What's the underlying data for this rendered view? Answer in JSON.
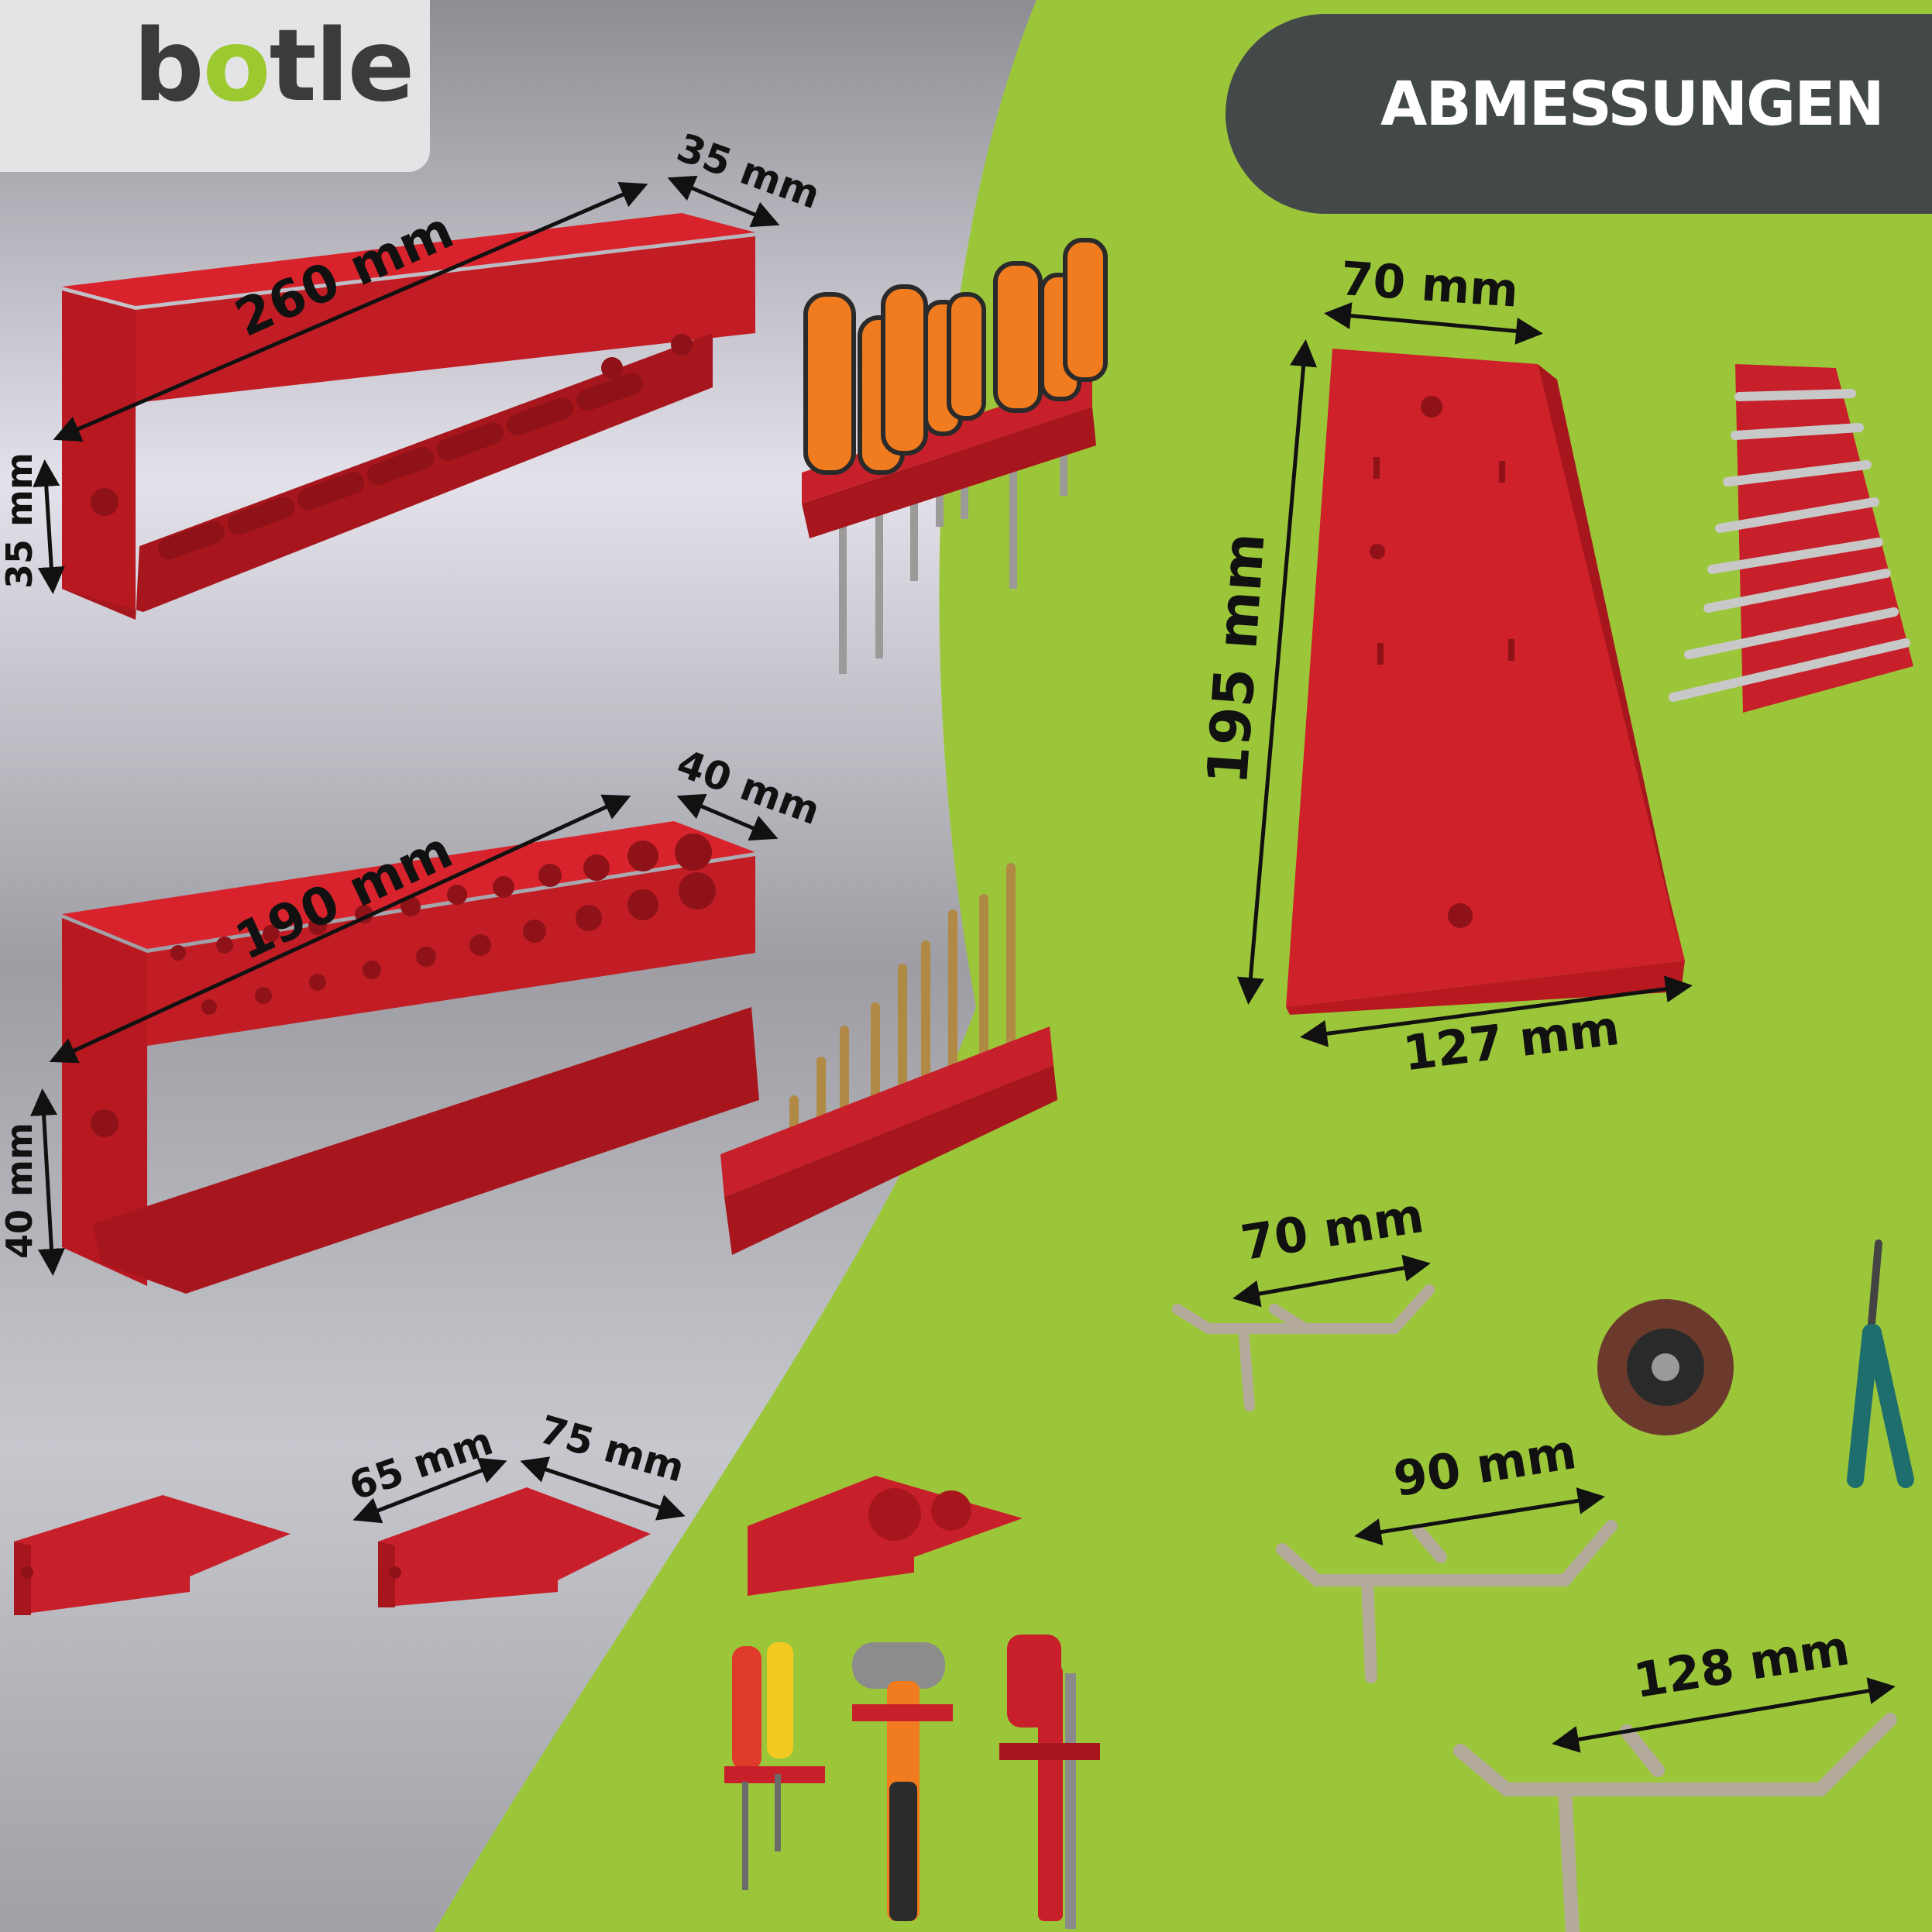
{
  "brand": {
    "name": "botle",
    "colors": {
      "accent": "#9cc830",
      "text": "#3b3b3b"
    }
  },
  "header": {
    "title": "ABMESSUNGEN"
  },
  "colors": {
    "green_bg": "#9cc63a",
    "product_red": "#c8202a",
    "header_bg": "#434849"
  },
  "dimensions": {
    "screwdriver_rack": {
      "length": "260 mm",
      "depth": "35 mm",
      "height": "35 mm"
    },
    "drill_rack": {
      "length": "190 mm",
      "depth": "40 mm",
      "height": "40 mm"
    },
    "wrench_rack": {
      "top_width": "70 mm",
      "height": "195 mm",
      "bottom_width": "127 mm"
    },
    "holder": {
      "width": "65 mm",
      "depth": "75 mm"
    },
    "hooks": {
      "small": "70 mm",
      "medium": "90 mm",
      "large": "128 mm"
    }
  }
}
